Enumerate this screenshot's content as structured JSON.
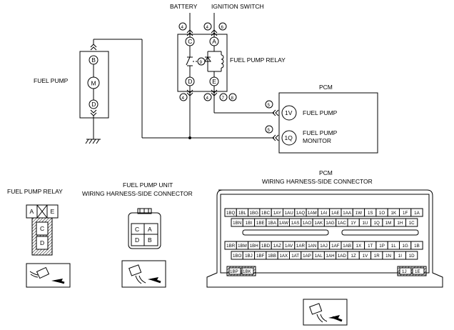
{
  "labels": {
    "battery": "BATTERY",
    "ignition_switch": "IGNITION SWITCH",
    "fuel_pump_relay": "FUEL PUMP RELAY",
    "fuel_pump": "FUEL PUMP",
    "pcm": "PCM",
    "pcm_fuel_pump": "FUEL PUMP",
    "pcm_monitor_1": "FUEL PUMP",
    "pcm_monitor_2": "MONITOR",
    "relay_conn_title": "FUEL PUMP RELAY",
    "unit_conn_title_1": "FUEL PUMP UNIT",
    "unit_conn_title_2": "WIRING HARNESS-SIDE CONNECTOR",
    "pcm_conn_title_1": "PCM",
    "pcm_conn_title_2": "WIRING HARNESS-SIDE CONNECTOR"
  },
  "terminals": {
    "B": "B",
    "M": "M",
    "D": "D",
    "C": "C",
    "A": "A",
    "E": "E",
    "V1": "1V",
    "Q1": "1Q"
  },
  "notes": {
    "n4a": "4",
    "n4b": "4",
    "n6": "6",
    "n9": "9",
    "n4c": "4",
    "n4d": "4",
    "n7": "7",
    "n8": "8",
    "n5a": "5",
    "n5b": "5"
  },
  "relay_conn": {
    "a": "A",
    "x": "X",
    "e": "E",
    "c": "C",
    "d": "D"
  },
  "unit_conn": {
    "c": "C",
    "a": "A",
    "d": "D",
    "b": "B"
  },
  "pcm_pins": {
    "row1": [
      "1BQ",
      "1BL",
      "1BG",
      "1BC",
      "1AY",
      "1AU",
      "1AQ",
      "1AM",
      "1AI",
      "1AE",
      "1AA",
      "1W",
      "1S",
      "1O",
      "1K",
      "1F",
      "1A"
    ],
    "row2": [
      "1BN",
      "1BI",
      "1BE",
      "1BA",
      "1AW",
      "1AS",
      "1AO",
      "1AK",
      "1AG",
      "1AC",
      "1Y",
      "1U",
      "1Q",
      "1M",
      "1H",
      "1C"
    ],
    "row3": [
      "1BR",
      "1BM",
      "1BH",
      "1BD",
      "1AZ",
      "1AV",
      "1AR",
      "1AN",
      "1AJ",
      "1AF",
      "1AB",
      "1X",
      "1T",
      "1P",
      "1L",
      "1G",
      "1B"
    ],
    "row4": [
      "1BO",
      "1BJ",
      "1BF",
      "1BB",
      "1AX",
      "1AT",
      "1AP",
      "1AL",
      "1AH",
      "1AD",
      "1Z",
      "1V",
      "1R",
      "1N",
      "1I",
      "1D"
    ],
    "left_small": [
      "1BP",
      "1BK"
    ],
    "right_small": [
      "1J",
      "1E"
    ]
  }
}
